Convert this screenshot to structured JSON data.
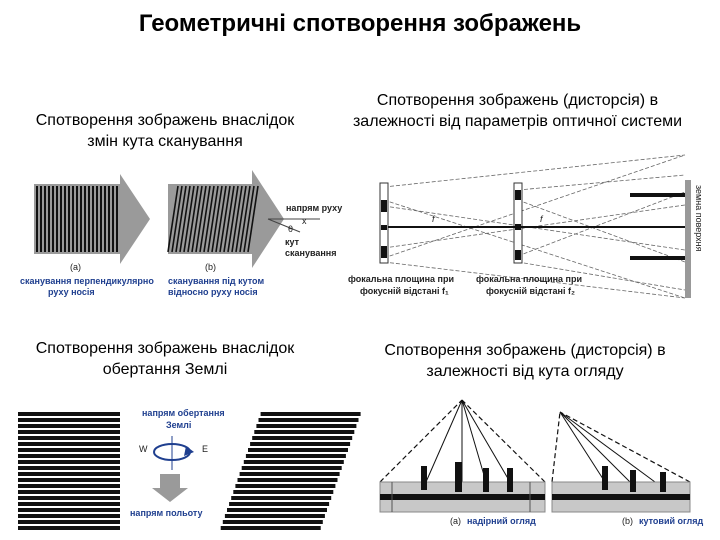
{
  "title": "Геометричні спотворення зображень",
  "captions": {
    "scan_angle": [
      "Спотворення зображень внаслідок",
      "змін кута сканування"
    ],
    "optical": [
      "Спотворення зображень (дисторсія) в",
      "залежності від параметрів оптичної системи"
    ],
    "rotation": [
      "Спотворення зображень внаслідок",
      "обертання Землі"
    ],
    "view_angle": [
      "Спотворення зображень (дисторсія) в",
      "залежності від кута огляду"
    ]
  },
  "panel_scan": {
    "label_a": "(a)",
    "label_b": "(b)",
    "desc_a": [
      "сканування перпендикулярно",
      "руху носія"
    ],
    "desc_b": [
      "сканування під кутом",
      "відносно руху носія"
    ],
    "flight_dir": "напрям руху",
    "x_label": "x",
    "theta_label": "θ",
    "angle_label": [
      "кут",
      "сканування"
    ]
  },
  "panel_optics": {
    "earth_surface": "земна поверхня",
    "f1_label": "f",
    "f2_label": "f",
    "plane1": [
      "фокальна площина при",
      "фокусній відстані f₁"
    ],
    "plane2": [
      "фокальна площина при",
      "фокусній відстані f₂"
    ]
  },
  "panel_rotation": {
    "rotation_dir": [
      "напрям обертання",
      "Землі"
    ],
    "west": "W",
    "east": "E",
    "flight_dir": "напрям польоту"
  },
  "panel_view": {
    "label_a": "(a)",
    "nadir": "надірний огляд",
    "label_b": "(b)",
    "oblique": "кутовий огляд"
  },
  "colors": {
    "arrow_grey": "#9a9a9a",
    "label_blue": "#1f3f8f",
    "ground_grey": "#c8c8c8"
  }
}
